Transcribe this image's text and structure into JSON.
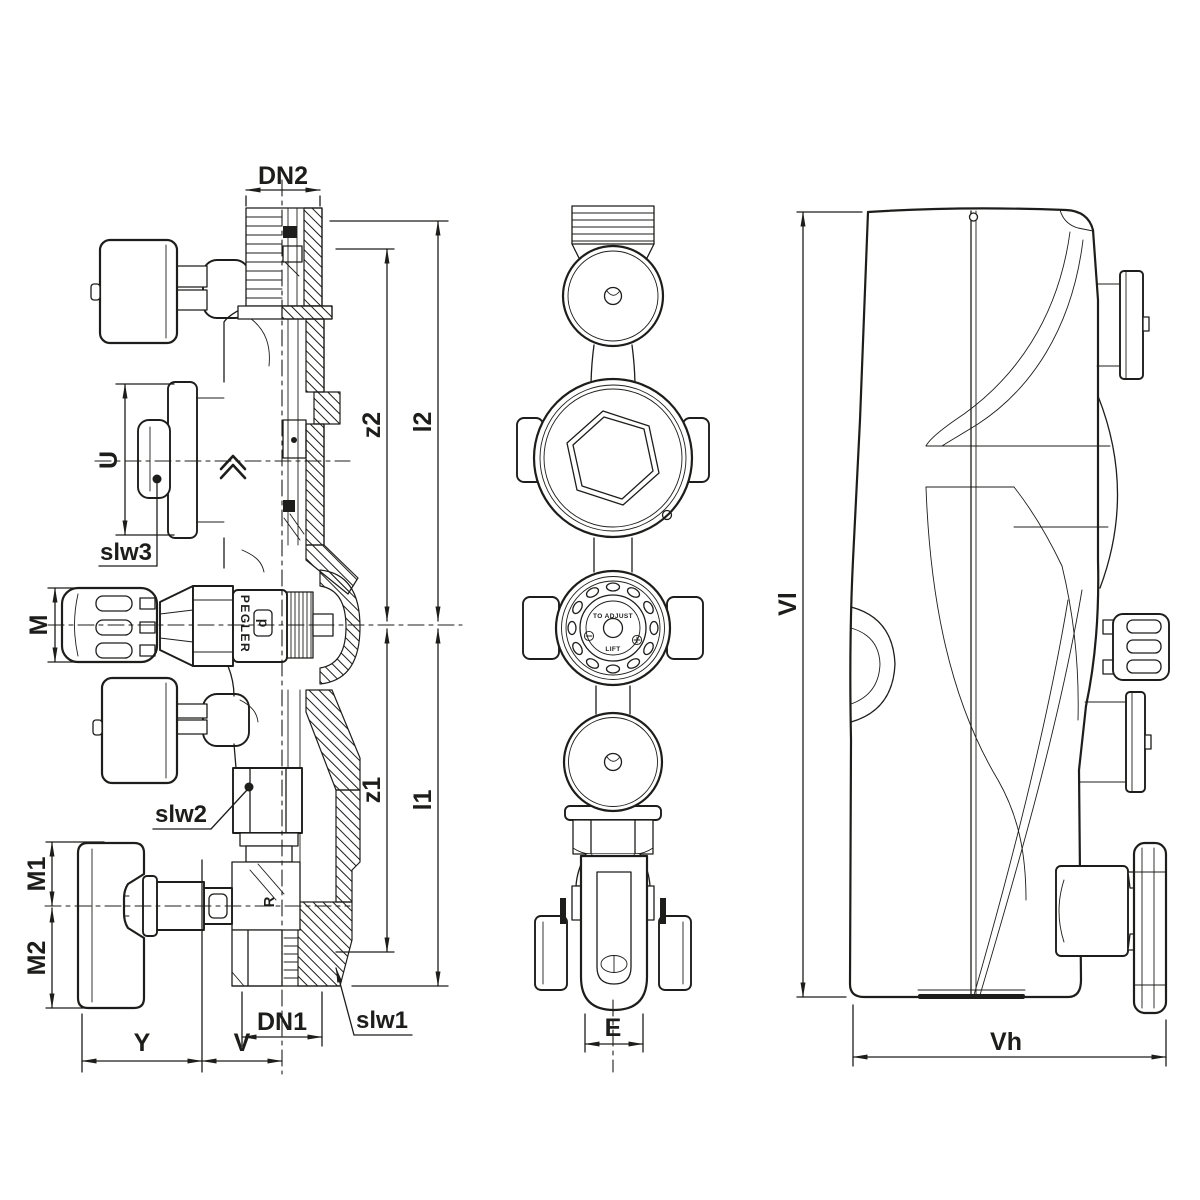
{
  "drawing": {
    "background_color": "#ffffff",
    "line_color": "#1d1d1b",
    "dimension_labels": {
      "dn2": "DN2",
      "z2": "z2",
      "l2": "l2",
      "u": "U",
      "m": "M",
      "m1": "M1",
      "m2": "M2",
      "y": "Y",
      "v": "V",
      "dn1": "DN1",
      "z1": "z1",
      "l1": "l1",
      "e": "E",
      "vl": "Vl",
      "vh": "Vh"
    },
    "callout_labels": {
      "slw1": "slw1",
      "slw2": "slw2",
      "slw3": "slw3"
    },
    "markings": {
      "brand": "PEGLER",
      "logo_letter": "p",
      "body_mark": "R",
      "knob_text_top": "TO ADJUST",
      "knob_text_bottom": "LIFT"
    }
  }
}
